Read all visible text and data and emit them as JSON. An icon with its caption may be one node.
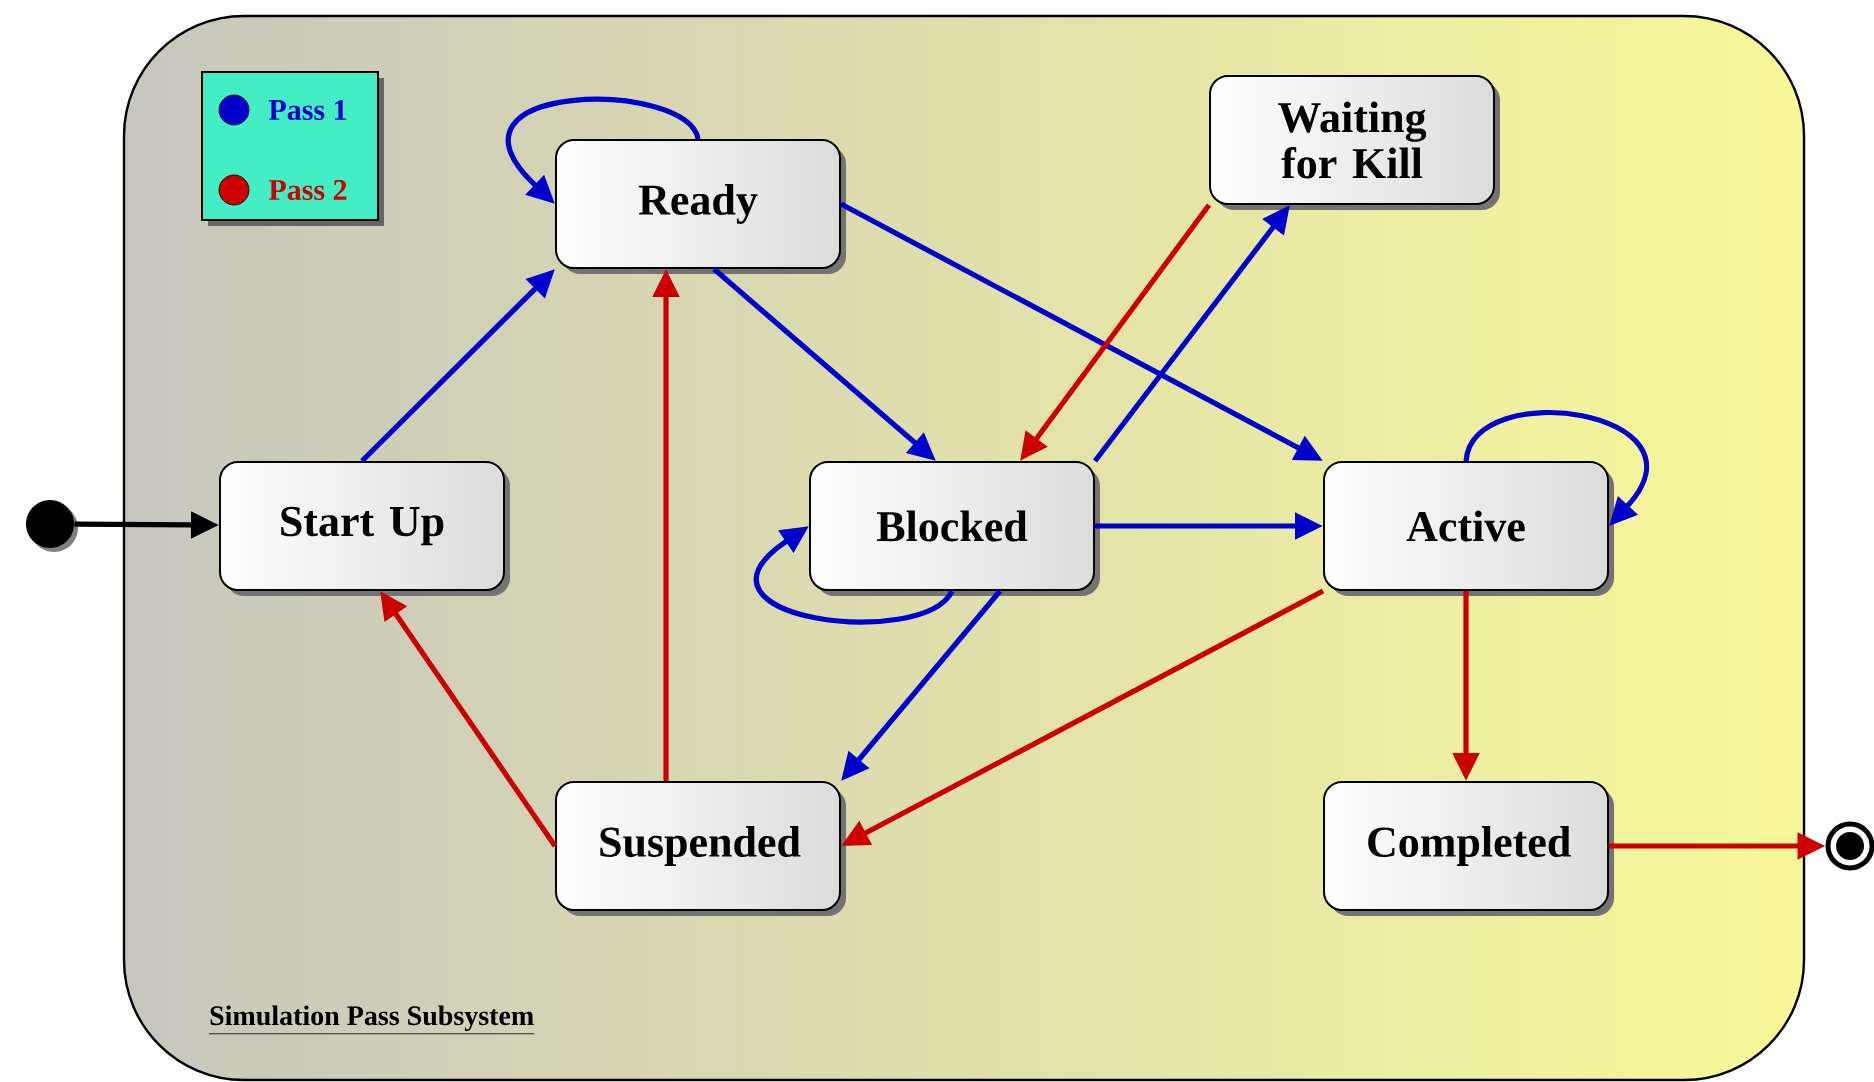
{
  "diagram": {
    "nodes": [
      {
        "text": [
          "Simulation Pass Subsystem"
        ]
      },
      {
        "text": [],
        "shape": "circle"
      },
      {
        "text": [
          "Start Up"
        ],
        "in": 0
      },
      {
        "text": [
          "Ready"
        ],
        "in": 0
      },
      {
        "text": [
          "Waiting for Kill"
        ],
        "in": 0
      },
      {
        "text": [
          "Blocked"
        ],
        "in": 0
      },
      {
        "text": [
          "Active"
        ],
        "in": 0
      },
      {
        "text": [
          "Suspended"
        ],
        "in": 0
      },
      {
        "text": [
          "Completed"
        ],
        "in": 0
      },
      {
        "text": [],
        "shape": "circle"
      }
    ],
    "edges": [
      {
        "from": 1,
        "to": 2,
        "arrow": "to",
        "color": "#000000"
      },
      {
        "from": 2,
        "to": 3,
        "arrow": "to"
      },
      {
        "from": 3,
        "to": 3,
        "arrow": "to"
      },
      {
        "from": 3,
        "to": 5,
        "arrow": "to"
      },
      {
        "from": 3,
        "to": 6,
        "arrow": "to"
      },
      {
        "from": 4,
        "to": 5,
        "arrow": "to",
        "color": "#cc0000"
      },
      {
        "from": 5,
        "to": 4,
        "arrow": "to"
      },
      {
        "from": 5,
        "to": 5,
        "arrow": "to"
      },
      {
        "from": 5,
        "to": 6,
        "arrow": "to"
      },
      {
        "from": 5,
        "to": 7,
        "arrow": "to"
      },
      {
        "from": 6,
        "to": 6,
        "arrow": "to"
      },
      {
        "from": 6,
        "to": 7,
        "arrow": "to",
        "color": "#cc0000"
      },
      {
        "from": 6,
        "to": 8,
        "arrow": "to",
        "color": "#cc0000"
      },
      {
        "from": 7,
        "to": 2,
        "arrow": "to",
        "color": "#cc0000"
      },
      {
        "from": 7,
        "to": 3,
        "arrow": "to",
        "color": "#cc0000"
      },
      {
        "from": 8,
        "to": 9,
        "arrow": "to",
        "color": "#cc0000"
      }
    ],
    "legend": [
      {
        "text": "Pass 1",
        "color": "#0000cc"
      },
      {
        "text": "Pass 2",
        "color": "#cc0000"
      }
    ]
  }
}
